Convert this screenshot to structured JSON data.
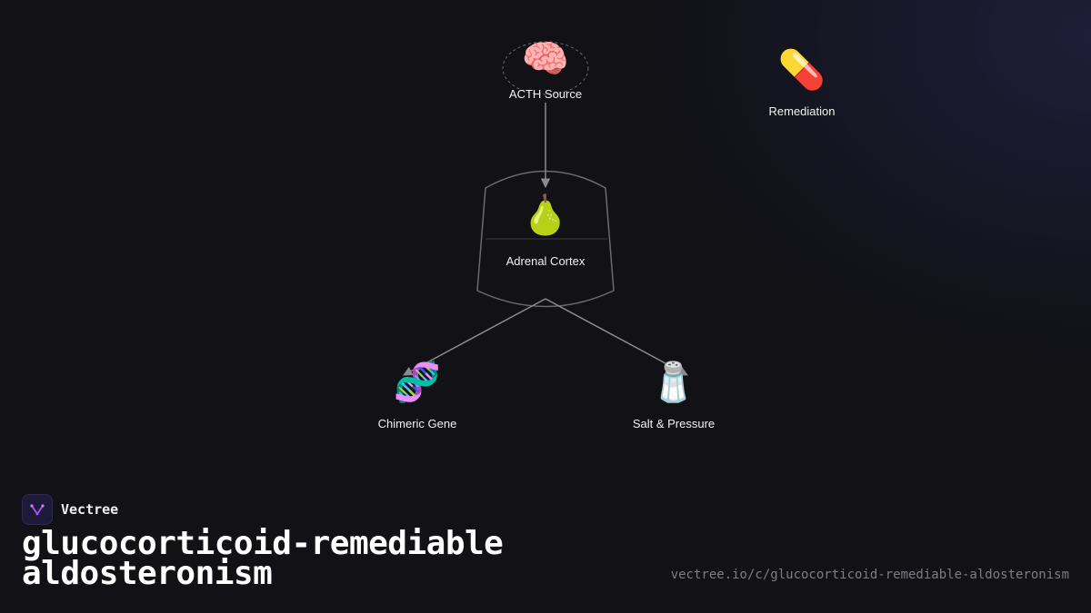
{
  "diagram": {
    "nodes": {
      "acth": {
        "label": "ACTH Source",
        "icon": "brain-icon",
        "glyph": "🧠"
      },
      "remediation": {
        "label": "Remediation",
        "icon": "pill-icon",
        "glyph": "💊"
      },
      "adrenal": {
        "label": "Adrenal Cortex",
        "icon": "pear-icon",
        "glyph": "🍐"
      },
      "chimeric": {
        "label": "Chimeric Gene",
        "icon": "dna-icon",
        "glyph": "🧬"
      },
      "salt": {
        "label": "Salt & Pressure",
        "icon": "salt-shaker-icon",
        "glyph": "🧂"
      }
    },
    "edges": [
      {
        "from": "acth",
        "to": "adrenal"
      },
      {
        "from": "adrenal",
        "to": "chimeric"
      },
      {
        "from": "adrenal",
        "to": "salt"
      }
    ],
    "colors": {
      "line": "#8a8a8f",
      "outline": "#6a6a70"
    }
  },
  "brand": {
    "name": "Vectree"
  },
  "page": {
    "title": "glucocorticoid-remediable aldosteronism",
    "url": "vectree.io/c/glucocorticoid-remediable-aldosteronism"
  }
}
